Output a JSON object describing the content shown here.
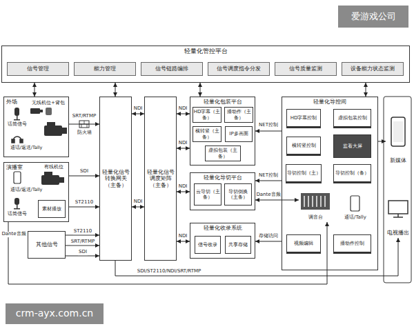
{
  "diagram": {
    "nodes": [
      {
        "text": [
          "轻量化管控平台"
        ]
      },
      {
        "text": [
          "信号管理"
        ],
        "in": 0
      },
      {
        "text": [
          "能力管理"
        ],
        "in": 0
      },
      {
        "text": [
          "信号链路编排"
        ],
        "in": 0
      },
      {
        "text": [
          "信号调度指令分发"
        ],
        "in": 0
      },
      {
        "text": [
          "信号质量监测"
        ],
        "in": 0
      },
      {
        "text": [
          "设备能力状态监测"
        ],
        "in": 0
      },
      {
        "text": [
          "外场"
        ]
      },
      {
        "text": [
          "演播室"
        ]
      },
      {
        "text": [
          "素材播放"
        ],
        "in": 8
      },
      {
        "text": [
          "其他信号"
        ]
      },
      {
        "text": [
          "轻量化信号转换网关（主备）"
        ]
      },
      {
        "text": [
          "轻量化信号调度矩阵（主备）"
        ]
      },
      {
        "text": [
          "轻量化包装平台"
        ]
      },
      {
        "text": [
          "HD字幕（主备）"
        ],
        "in": 13
      },
      {
        "text": [
          "播动作（主备）"
        ],
        "in": 13
      },
      {
        "text": [
          "横转竖（主备）"
        ],
        "in": 13
      },
      {
        "text": [
          "IP多画面"
        ],
        "in": 13
      },
      {
        "text": [
          "虚拟包装（主备）"
        ],
        "in": 13
      },
      {
        "text": [
          "轻量化导切平台"
        ]
      },
      {
        "text": [
          "云导切（主备）"
        ],
        "in": 19
      },
      {
        "text": [
          "导切倒换（主备）"
        ],
        "in": 19
      },
      {
        "text": [
          "轻量化收录系统"
        ]
      },
      {
        "text": [
          "信号收录"
        ],
        "in": 22
      },
      {
        "text": [
          "共享存储"
        ],
        "in": 22
      },
      {
        "text": [
          "轻量化导控间"
        ]
      },
      {
        "text": [
          "HD字幕控制"
        ],
        "in": 25
      },
      {
        "text": [
          "虚拟包装控制"
        ],
        "in": 25
      },
      {
        "text": [
          "横转竖控制"
        ],
        "in": 25
      },
      {
        "text": [
          "监看大屏"
        ],
        "in": 25
      },
      {
        "text": [
          "导切控制（主）"
        ],
        "in": 25
      },
      {
        "text": [
          "导切控制（备）"
        ],
        "in": 25
      },
      {
        "text": [
          "调音台"
        ],
        "in": 25
      },
      {
        "text": [
          "通话/Tally"
        ],
        "in": 25
      },
      {
        "text": [
          "视频编辑"
        ],
        "in": 25
      },
      {
        "text": [
          "播动作控制"
        ],
        "in": 25
      },
      {
        "text": [
          "新媒体"
        ]
      },
      {
        "text": [
          "电视播出"
        ]
      }
    ],
    "edges": [
      {
        "from": 0,
        "to": 7,
        "arrow": "both"
      },
      {
        "from": 0,
        "to": 11,
        "arrow": "both"
      },
      {
        "from": 0,
        "to": 13,
        "arrow": "both"
      },
      {
        "from": 0,
        "to": 25,
        "arrow": "both"
      },
      {
        "from": 7,
        "to": 11,
        "arrow": "to",
        "label": "SRT/RTMP"
      },
      {
        "from": 8,
        "to": 11,
        "arrow": "to",
        "label": "SDI"
      },
      {
        "from": 8,
        "to": 11,
        "arrow": "to",
        "label": "ST2110"
      },
      {
        "from": 10,
        "to": 11,
        "arrow": "to",
        "label": "ST2110"
      },
      {
        "from": 10,
        "to": 11,
        "arrow": "to",
        "label": "SRT/RTMP"
      },
      {
        "from": 10,
        "to": 11,
        "arrow": "to",
        "label": "SDI"
      },
      {
        "from": 11,
        "to": 12,
        "arrow": "both",
        "label": "NDI"
      },
      {
        "from": 11,
        "to": 12,
        "arrow": "both",
        "label": "NDI"
      },
      {
        "from": 12,
        "to": 13,
        "arrow": "both",
        "label": "NDI"
      },
      {
        "from": 12,
        "to": 13,
        "arrow": "both",
        "label": "NDI"
      },
      {
        "from": 12,
        "to": 19,
        "arrow": "both",
        "label": "NDI"
      },
      {
        "from": 12,
        "to": 22,
        "arrow": "both",
        "label": "NDI"
      },
      {
        "from": 25,
        "to": 13,
        "arrow": "to",
        "label": "NET控制"
      },
      {
        "from": 25,
        "to": 19,
        "arrow": "to",
        "label": "NET控制"
      },
      {
        "from": 32,
        "to": 19,
        "arrow": "both",
        "label": "Dante音频"
      },
      {
        "from": 25,
        "to": 22,
        "arrow": "to",
        "label": "存储访问"
      },
      {
        "from": 11,
        "to": 37,
        "arrow": "to",
        "label": "SDI/ST2110/NDI/SRT/RTMP"
      },
      {
        "from": 8,
        "to": 32,
        "arrow": "to",
        "label": "Dante音频"
      },
      {
        "from": 25,
        "to": 36,
        "arrow": "to"
      }
    ],
    "labels": [
      "无线机位+背包",
      "话筒信号",
      "通话/返送/Tally",
      "防火墙",
      "有线机位",
      "通话/返送/Tally",
      "话筒信号",
      "爱游戏公司",
      "crm-ayx.com.cn"
    ]
  }
}
